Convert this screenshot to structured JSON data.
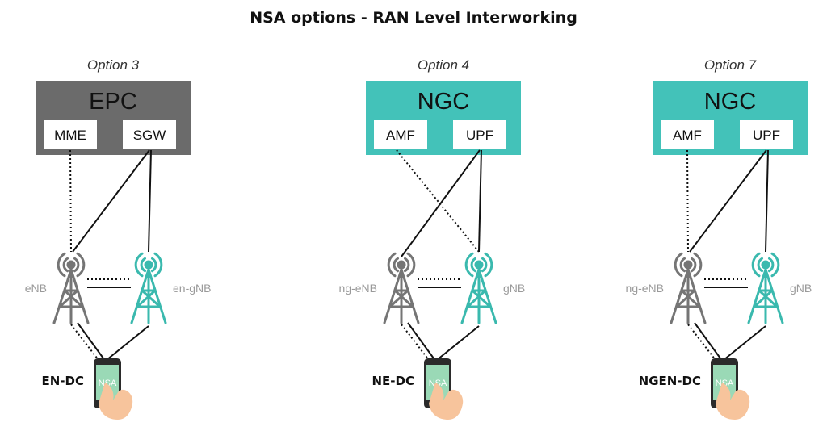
{
  "title": "NSA options  - RAN Level Interworking",
  "colors": {
    "epc": "#6b6b6b",
    "ngc": "#43c2b9",
    "teal": "#3ab9ae",
    "gray": "#757575",
    "hand": "#f7c49c",
    "phone": "#2b2b2b",
    "screen": "#9ad9b6"
  },
  "options": [
    {
      "label": "Option 3",
      "core": "EPC",
      "core_color": "epc",
      "left_fn": "MME",
      "right_fn": "SGW",
      "left_node": "eNB",
      "right_node": "en-gNB",
      "dc": "EN-DC",
      "phone": "NSA",
      "cross": false
    },
    {
      "label": "Option 4",
      "core": "NGC",
      "core_color": "ngc",
      "left_fn": "AMF",
      "right_fn": "UPF",
      "left_node": "ng-eNB",
      "right_node": "gNB",
      "dc": "NE-DC",
      "phone": "NSA",
      "cross": true
    },
    {
      "label": "Option 7",
      "core": "NGC",
      "core_color": "ngc",
      "left_fn": "AMF",
      "right_fn": "UPF",
      "left_node": "ng-eNB",
      "right_node": "gNB",
      "dc": "NGEN-DC",
      "phone": "NSA",
      "cross": false
    }
  ]
}
